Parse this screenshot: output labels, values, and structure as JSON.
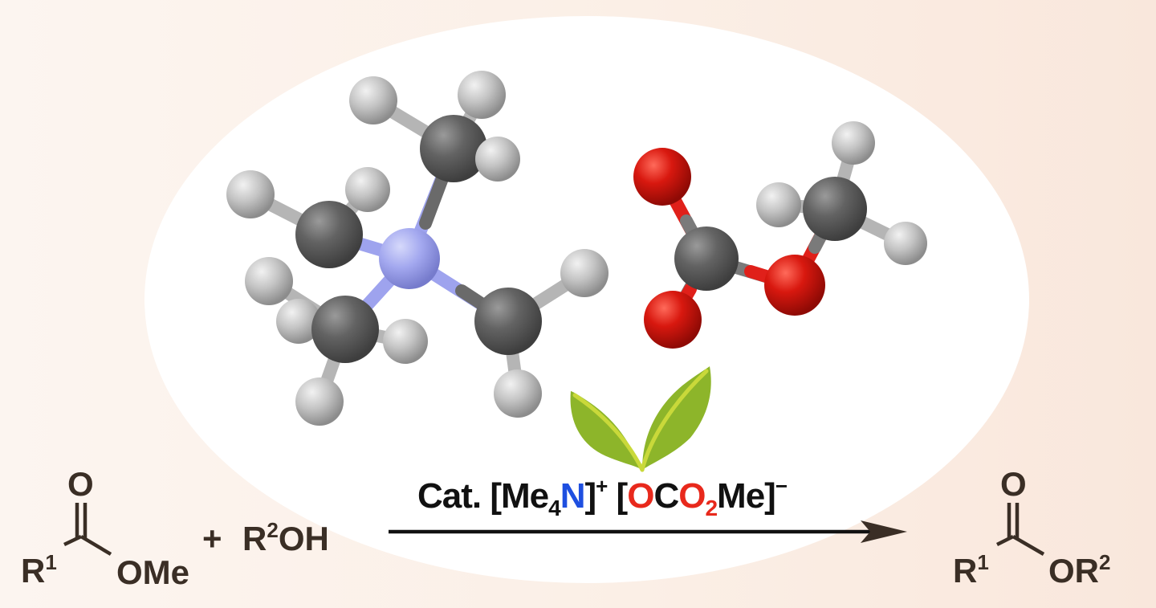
{
  "figure": {
    "type": "reaction-scheme",
    "colors": {
      "background": "#fbefe6",
      "ellipse": "#ffffff",
      "text": "#3a2e25",
      "arrow": "#111111",
      "nitrogen_text": "#1e4fe0",
      "oxygen_text": "#e8291c",
      "carbon_atom": "#5a5a5a",
      "hydrogen_atom": "#c8c8c8",
      "nitrogen_atom": "#9ea3ee",
      "oxygen_atom": "#d01b12",
      "leaf": "#8db52a"
    }
  },
  "reactant1": {
    "carbonyl_o": "O",
    "r_group": "R",
    "r_sup": "1",
    "ester_group": "OMe"
  },
  "plus": "+",
  "reactant2": {
    "r_group": "R",
    "r_sup": "2",
    "suffix": "OH"
  },
  "catalyst": {
    "prefix": "Cat. [Me",
    "sub4": "4",
    "n": "N",
    "close1": "]",
    "charge_plus": "+",
    "open2": " [",
    "o1": "O",
    "c": "C",
    "o2": "O",
    "sub2": "2",
    "me": "Me]",
    "charge_minus": "−"
  },
  "product": {
    "carbonyl_o": "O",
    "r_group": "R",
    "r_sup": "1",
    "ester_prefix": "OR",
    "ester_sup": "2"
  },
  "molecules": {
    "cation": "tetramethylammonium",
    "anion": "methyl carbonate",
    "icon": "green-leaves"
  }
}
